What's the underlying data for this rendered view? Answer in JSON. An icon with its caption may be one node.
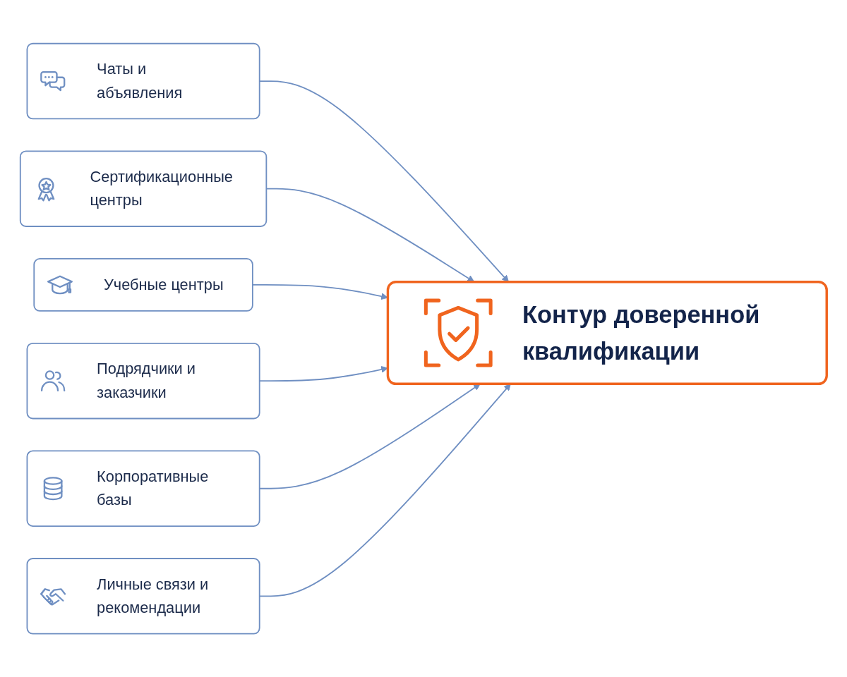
{
  "diagram": {
    "nodes": [
      {
        "text": [
          "Чаты и абъявления"
        ]
      },
      {
        "text": [
          "Сертификационные центры"
        ]
      },
      {
        "text": [
          "Учебные центры"
        ]
      },
      {
        "text": [
          "Подрядчики и заказчики"
        ]
      },
      {
        "text": [
          "Корпоративные базы"
        ]
      },
      {
        "text": [
          "Личные связи и рекомендации"
        ]
      },
      {
        "text": [
          "Контур доверенной квалификации"
        ]
      }
    ],
    "edges": [
      {
        "from": 0,
        "to": 6,
        "arrow": "to"
      },
      {
        "from": 1,
        "to": 6,
        "arrow": "to"
      },
      {
        "from": 2,
        "to": 6,
        "arrow": "to"
      },
      {
        "from": 3,
        "to": 6,
        "arrow": "to"
      },
      {
        "from": 4,
        "to": 6,
        "arrow": "to"
      },
      {
        "from": 5,
        "to": 6,
        "arrow": "to"
      }
    ]
  }
}
